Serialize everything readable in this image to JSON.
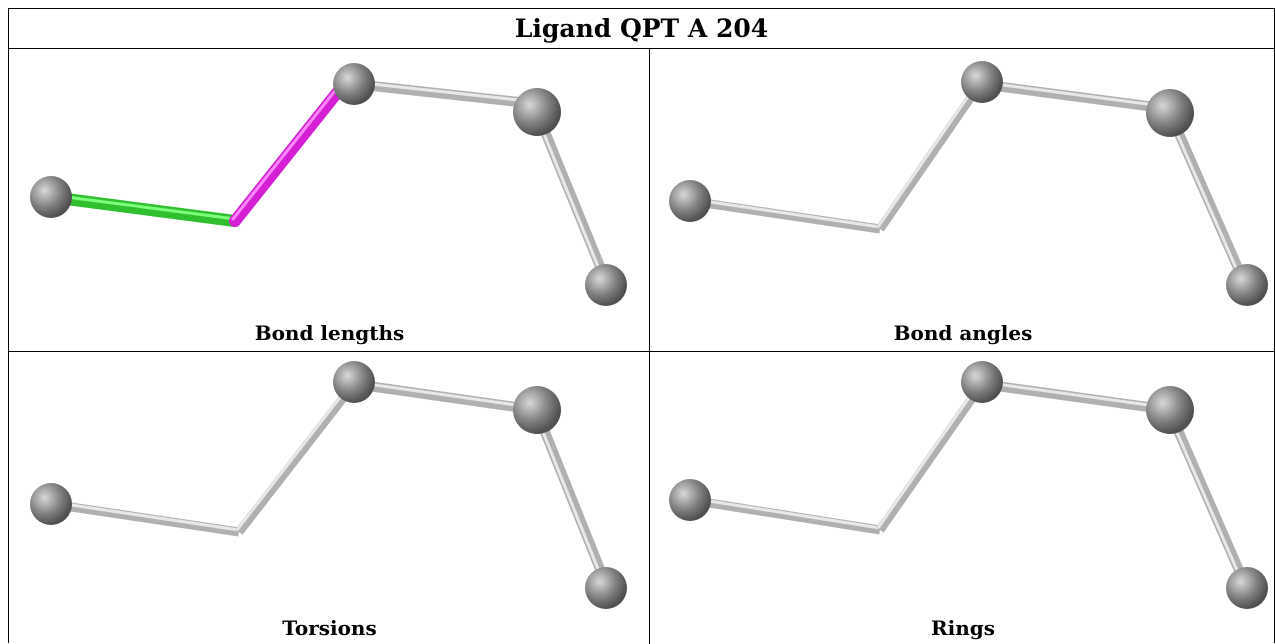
{
  "title": "Ligand QPT A 204",
  "panels": [
    {
      "caption": "Bond lengths",
      "highlight": {
        "bond1": "#33cc33",
        "bond2": "#dd22dd"
      }
    },
    {
      "caption": "Bond angles"
    },
    {
      "caption": "Torsions"
    },
    {
      "caption": "Rings"
    }
  ],
  "colors": {
    "atom": "#808080",
    "bond": "#c8c8c8",
    "border": "#000000"
  }
}
